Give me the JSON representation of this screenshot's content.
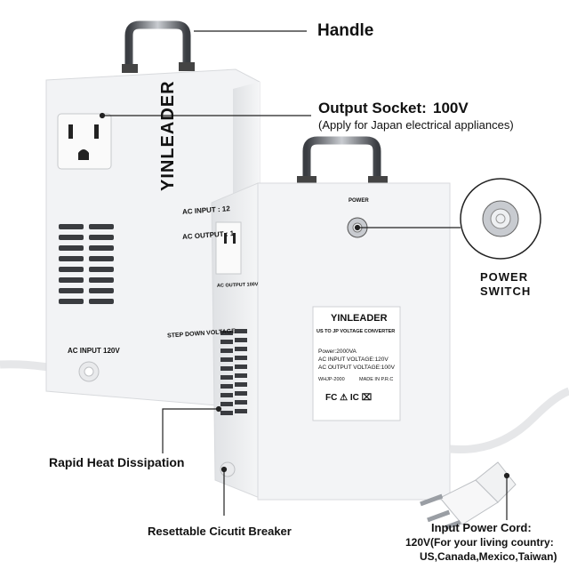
{
  "callouts": {
    "handle": "Handle",
    "output_socket_title": "Output Socket:",
    "output_socket_value": "100V",
    "output_socket_note": "(Apply for Japan electrical appliances)",
    "power_switch_line1": "POWER",
    "power_switch_line2": "SWITCH",
    "rapid_heat": "Rapid Heat Dissipation",
    "breaker": "Resettable Cicutit Breaker",
    "cord_title": "Input Power Cord:",
    "cord_line1": "120V(For your living country:",
    "cord_line2": "US,Canada,Mexico,Taiwan)"
  },
  "rear_unit": {
    "brand": "YINLEADER",
    "ac_input_1": "AC INPUT : 12",
    "ac_output_1": "AC OUTPUT : 1",
    "step_down": "STEP DOWN VOLTAGE",
    "ac_input_120": "AC INPUT 120V"
  },
  "front_unit": {
    "power_label": "POWER",
    "side_output": "AC OUTPUT 100V",
    "label_brand": "YINLEADER",
    "label_title": "US TO JP VOLTAGE CONVERTER",
    "label_power": "Power:2000VA",
    "label_input": "AC  INPUT  VOLTAGE:120V",
    "label_output": "AC OUTPUT VOLTAGE:100V",
    "label_model": "WHJP-2000",
    "label_made": "MADE IN P.R.C",
    "label_marks": "FC ⚠ IC ⌧"
  },
  "colors": {
    "unit_body": "#f2f3f5",
    "unit_shadow": "#d8dadd",
    "chrome": "#7b7f86",
    "line": "#222222"
  }
}
